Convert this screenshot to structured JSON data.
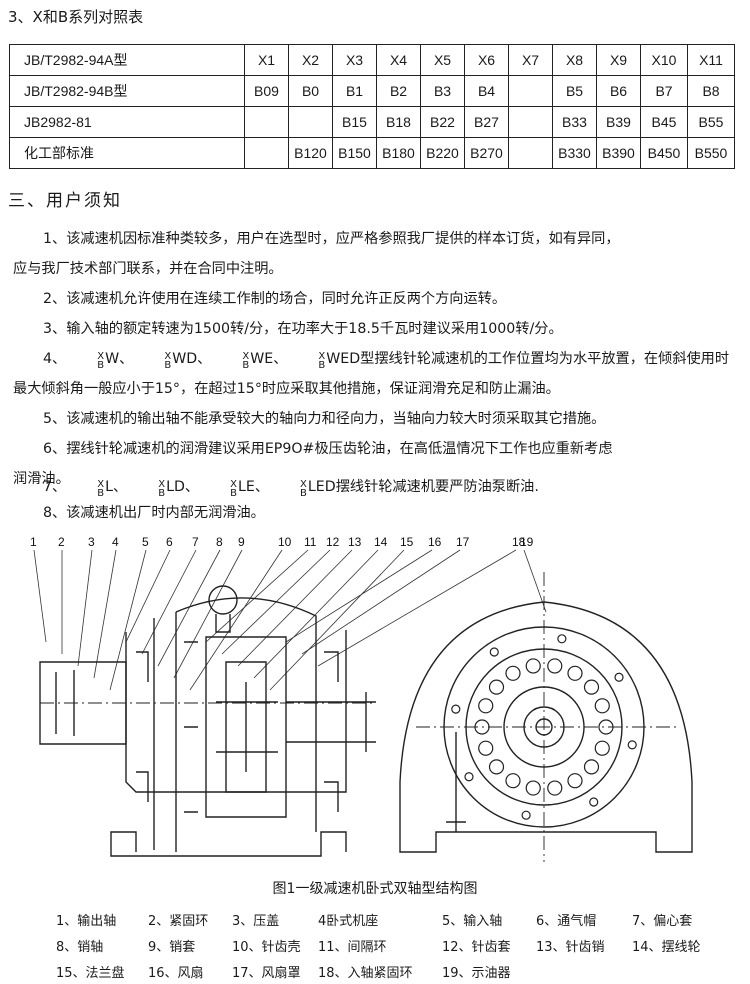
{
  "section3_title": "3、X和B系列对照表",
  "table": {
    "rows": [
      {
        "std": "JB/T2982-94A型",
        "cells": [
          "X1",
          "X2",
          "X3",
          "X4",
          "X5",
          "X6",
          "X7",
          "X8",
          "X9",
          "X10",
          "X11"
        ]
      },
      {
        "std": "JB/T2982-94B型",
        "cells": [
          "B09",
          "B0",
          "B1",
          "B2",
          "B3",
          "B4",
          "",
          "B5",
          "B6",
          "B7",
          "B8"
        ]
      },
      {
        "std": "JB2982-81",
        "cells": [
          "",
          "",
          "B15",
          "B18",
          "B22",
          "B27",
          "",
          "B33",
          "B39",
          "B45",
          "B55"
        ]
      },
      {
        "std": "化工部标准",
        "cells": [
          "",
          "B120",
          "B150",
          "B180",
          "B220",
          "B270",
          "",
          "B330",
          "B390",
          "B450",
          "B550"
        ]
      }
    ]
  },
  "notes_title": "三、用户须知",
  "notes": {
    "n1a": "1、该减速机因标准种类较多，用户在选型时，应严格参照我厂提供的样本订货，如有异同，",
    "n1b": "应与我厂技术部门联系，并在合同中注明。",
    "n2": "2、该减速机允许使用在连续工作制的场合，同时允许正反两个方向运转。",
    "n3": "3、输入轴的额定转速为1500转/分，在功率大于18.5千瓦时建议采用1000转/分。",
    "n4_prefix": "4、",
    "n4_models": [
      "W、",
      "WD、",
      "WE、",
      "WED型摆线针轮减速机的工作位置均为水平放置，在倾斜使用时"
    ],
    "n4b": "最大倾斜角一般应小于15°，在超过15°时应采取其他措施，保证润滑充足和防止漏油。",
    "n5": "5、该减速机的输出轴不能承受较大的轴向力和径向力，当轴向力较大时须采取其它措施。",
    "n6a": "6、摆线针轮减速机的润滑建议采用EP9O#极压齿轮油，在高低温情况下工作也应重新考虑",
    "n6b": "润滑油。",
    "n7_prefix": "7、",
    "n7_models": [
      "L、",
      "LD、",
      "LE、",
      "LED摆线针轮减速机要严防油泵断油."
    ],
    "n8": "8、该减速机出厂时内部无润滑油。",
    "sx_top": "X",
    "sx_bottom": "B"
  },
  "figure": {
    "callouts": [
      "1",
      "2",
      "3",
      "4",
      "5",
      "6",
      "7",
      "8",
      "9",
      "10",
      "11",
      "12",
      "13",
      "14",
      "15",
      "16",
      "17",
      "18",
      "19"
    ],
    "caption": "图1一级减速机卧式双轴型结构图"
  },
  "legend": [
    "1、输出轴",
    "2、紧固环",
    "3、压盖",
    "4卧式机座",
    "5、输入轴",
    "6、通气帽",
    "7、偏心套",
    "8、销轴",
    "9、销套",
    "10、针齿壳",
    "11、间隔环",
    "12、针齿套",
    "13、针齿销",
    "14、摆线轮",
    "15、法兰盘",
    "16、风扇",
    "17、风扇罩",
    "18、入轴紧固环",
    "19、示油器"
  ]
}
